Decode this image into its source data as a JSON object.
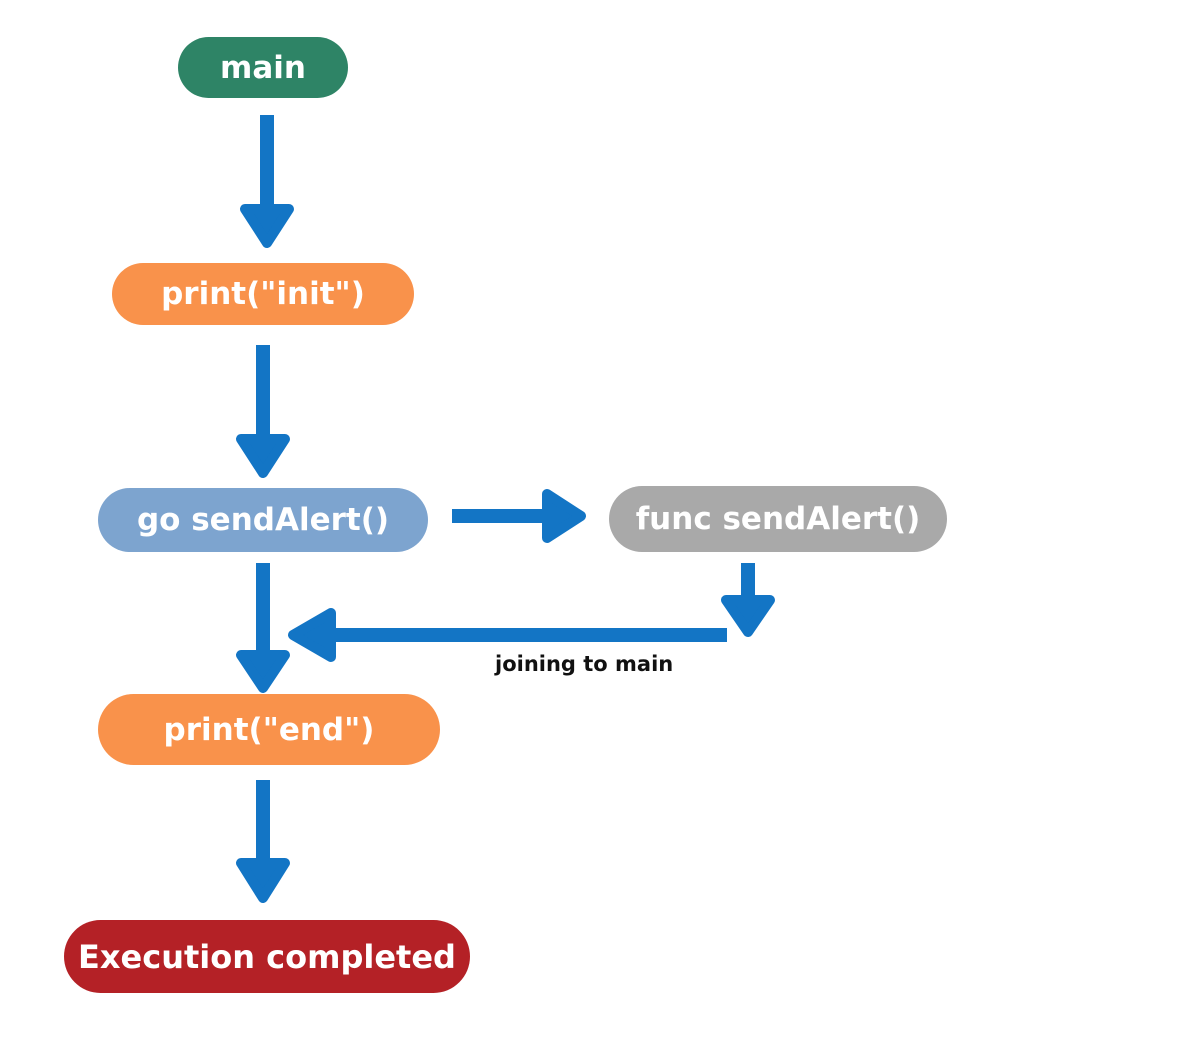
{
  "colors": {
    "background": "#FFFFFF",
    "arrow": "#1375C5",
    "node_main": "#2E8466",
    "node_print": "#F9924B",
    "node_go": "#7DA4CF",
    "node_func": "#A9A9A9",
    "node_end": "#B42126",
    "node_text": "#FFFFFF",
    "edge_label_text": "#111111"
  },
  "nodes": {
    "main": {
      "label": "main"
    },
    "print_init": {
      "label": "print(\"init\")"
    },
    "go_sendalert": {
      "label": "go sendAlert()"
    },
    "func_sendalert": {
      "label": "func sendAlert()"
    },
    "print_end": {
      "label": "print(\"end\")"
    },
    "execution_completed": {
      "label": "Execution completed"
    }
  },
  "edges": {
    "join_label": "joining to main"
  }
}
